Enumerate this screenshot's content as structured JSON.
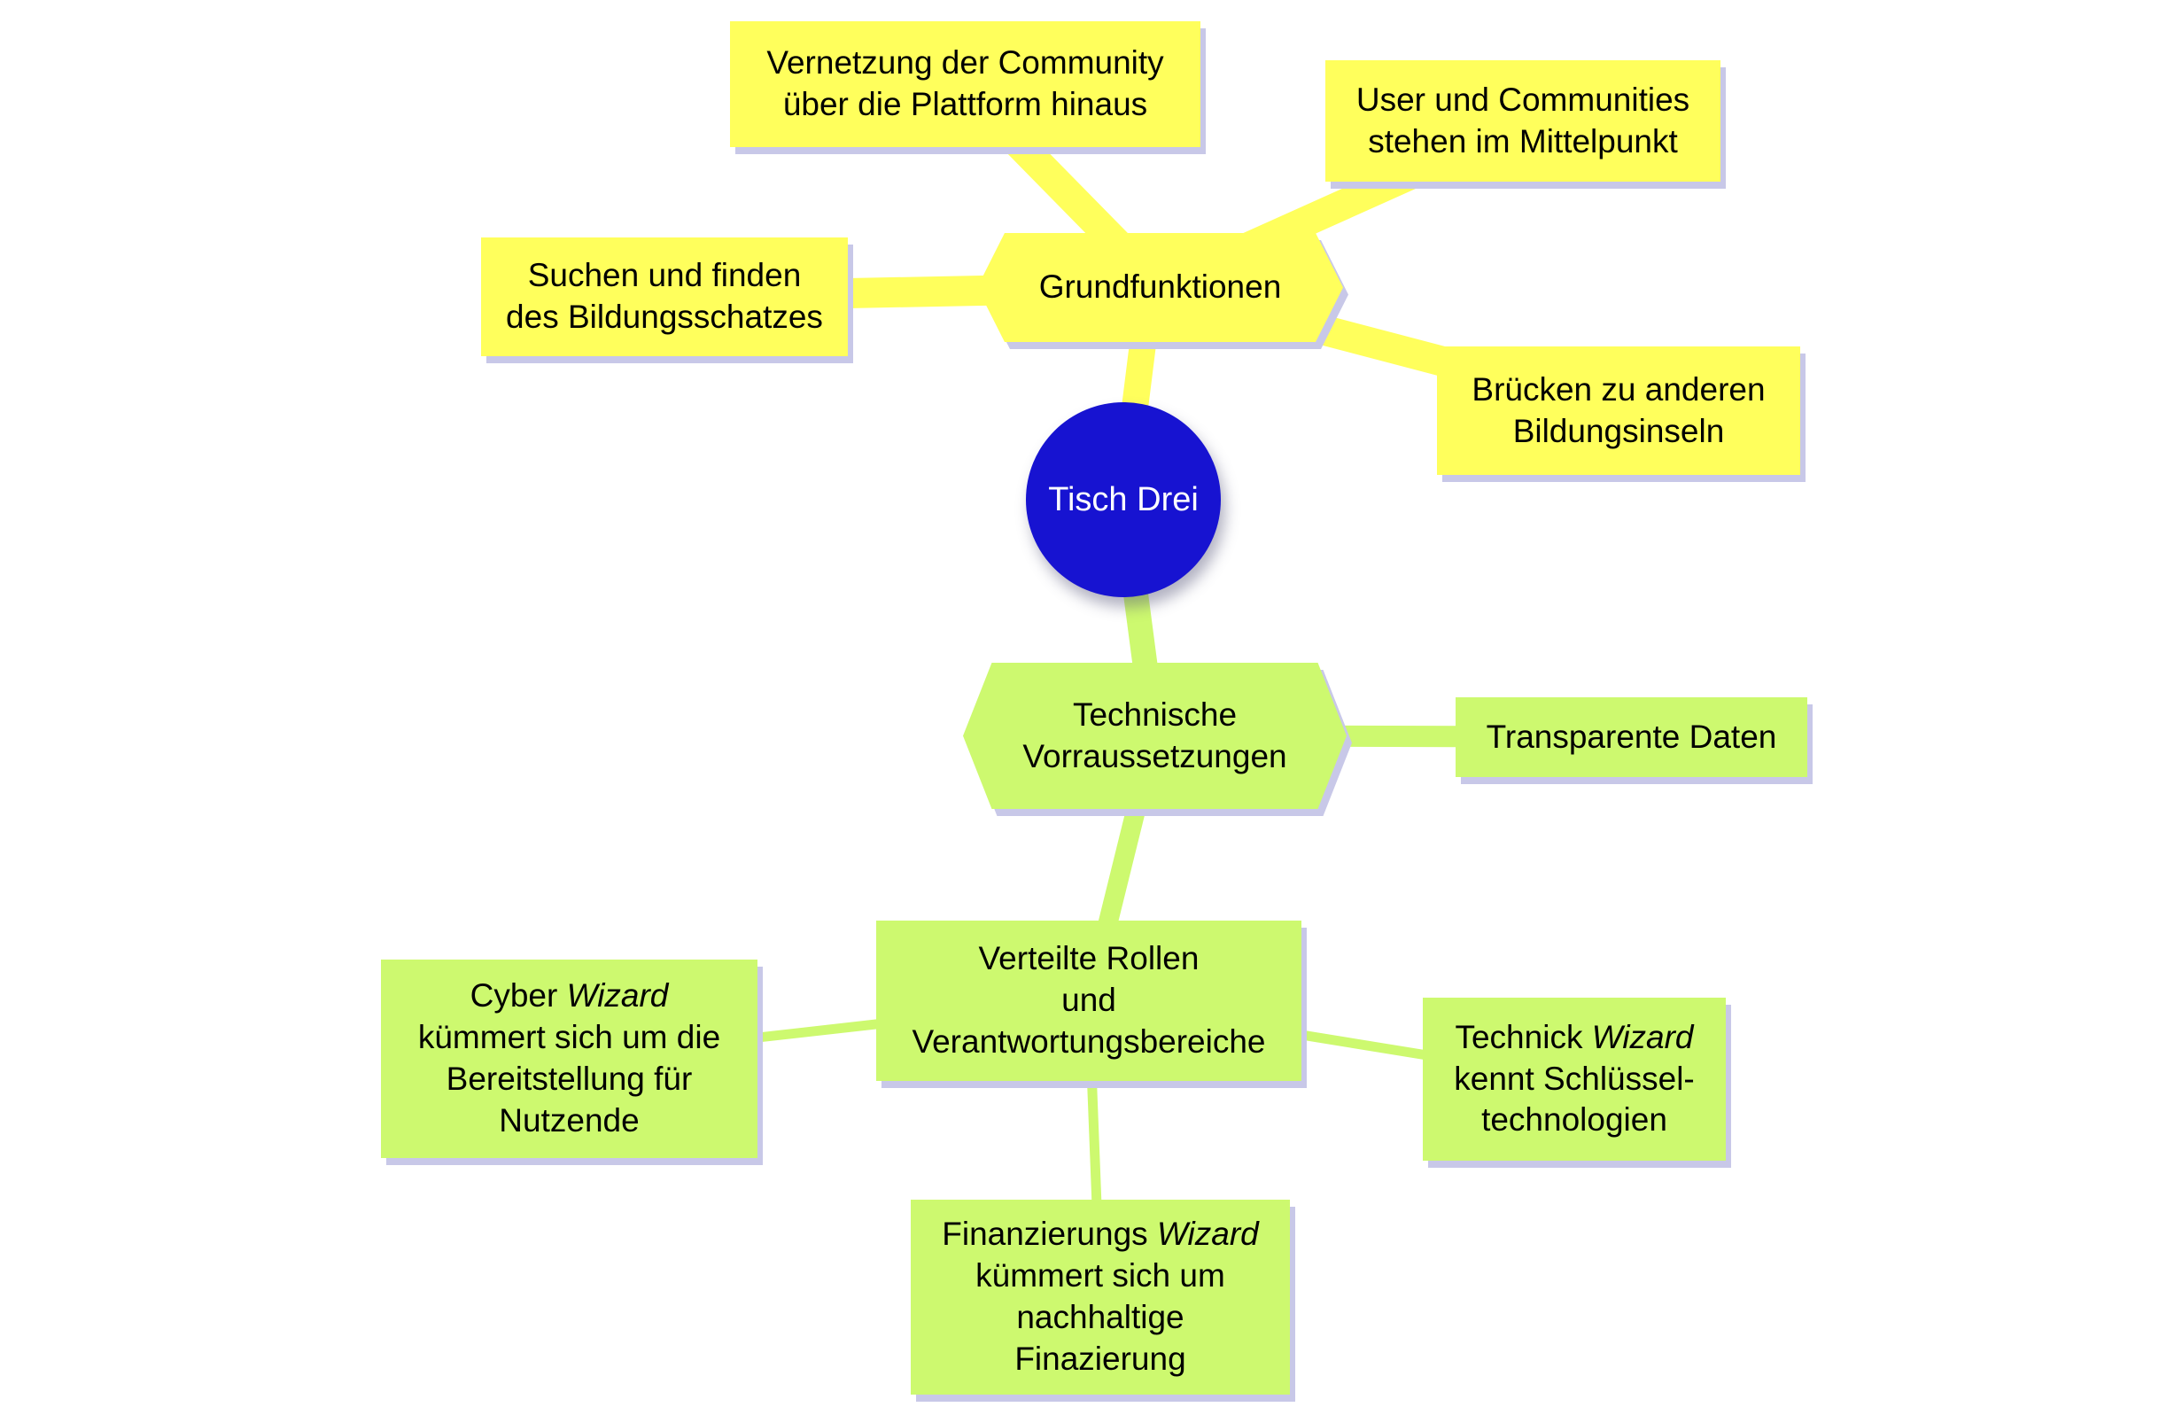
{
  "colors": {
    "node-yellow": "#ffff5c",
    "line-yellow": "#ffff5c",
    "node-green": "#cdf96f",
    "line-green": "#cdf96f",
    "root-blue": "#1713d1",
    "shadow": "#c8c8e8",
    "text": "#000000",
    "root-text": "#ffffff",
    "background": "#ffffff"
  },
  "nodes": {
    "root": {
      "label": "Tisch Drei"
    },
    "grundfunktionen": {
      "label": "Grundfunktionen"
    },
    "vernetzung": {
      "label": "Vernetzung der Community\nüber die Plattform hinaus"
    },
    "user_communities": {
      "label": "User und Communities\nstehen im Mittelpunkt"
    },
    "suchen_finden": {
      "label": "Suchen und finden\ndes Bildungsschatzes"
    },
    "bruecken": {
      "label": "Brücken zu anderen\nBildungsinseln"
    },
    "technische": {
      "label": "Technische\nVorraussetzungen"
    },
    "transparente_daten": {
      "label": "Transparente Daten"
    },
    "verteilte_rollen": {
      "label": "Verteilte Rollen\nund\nVerantwortungsbereiche"
    },
    "cyber_wizard": {
      "label": "Cyber *Wizard*\nkümmert sich um die\nBereitstellung für\nNutzende"
    },
    "technick_wizard": {
      "label": "Technick *Wizard*\nkennt Schlüssel-\ntechnologien"
    },
    "finanzierungs_wizard": {
      "label": "Finanzierungs *Wizard*\nkümmert sich um\nnachhaltige\nFinazierung"
    }
  }
}
